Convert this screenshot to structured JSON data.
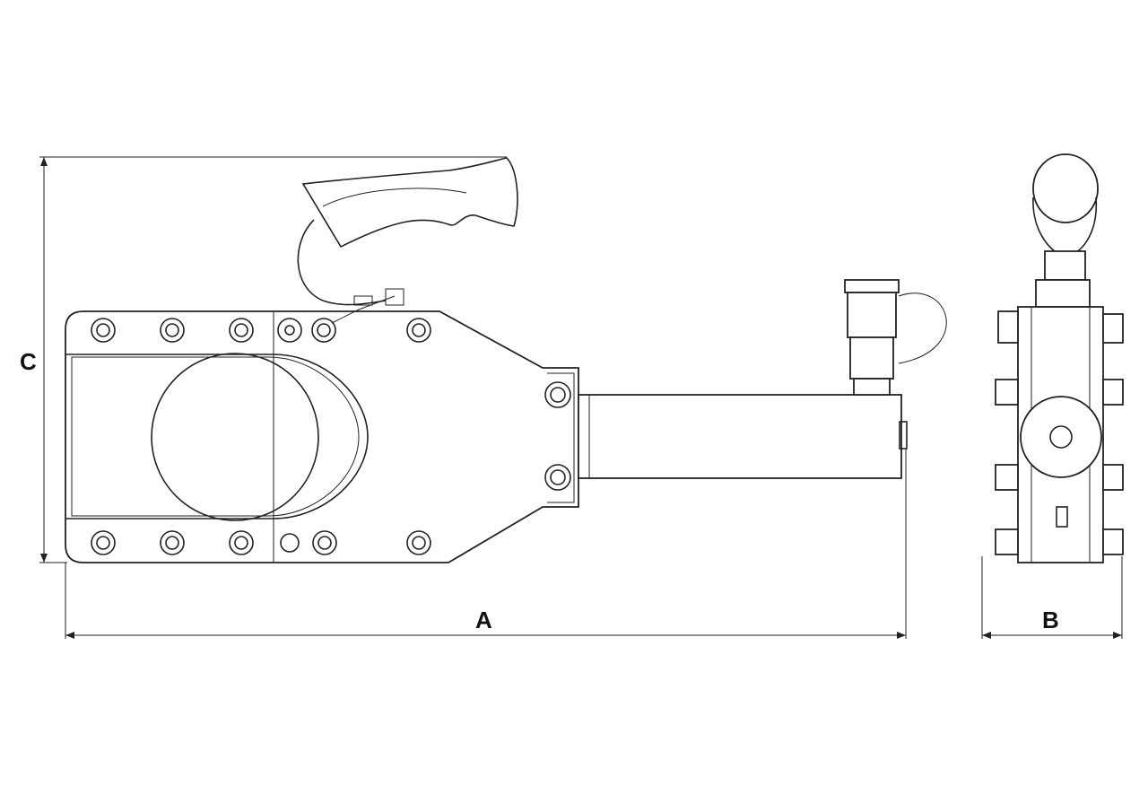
{
  "dimensions": {
    "a_label": "A",
    "b_label": "B",
    "c_label": "C"
  },
  "colors": {
    "line": "#222222",
    "background": "#ffffff"
  }
}
